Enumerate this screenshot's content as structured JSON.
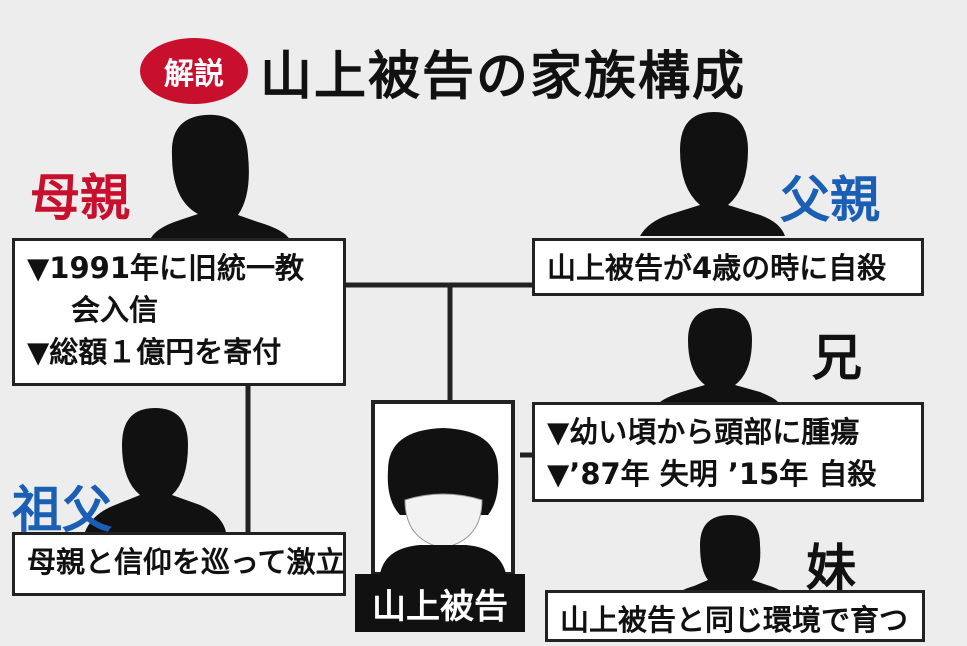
{
  "header": {
    "badge": "解説",
    "title": "山上被告の家族構成"
  },
  "colors": {
    "badge_red": "#c8102e",
    "mother_red": "#c8102e",
    "father_blue": "#1a5fb4",
    "grandfather_blue": "#1a5fb4",
    "text_dark": "#111111"
  },
  "mother": {
    "role": "母親",
    "lines": [
      "▼1991年に旧統一教",
      "会入信",
      "▼総額１億円を寄付"
    ]
  },
  "father": {
    "role": "父親",
    "lines": [
      "山上被告が4歳の時に自殺"
    ]
  },
  "brother": {
    "role": "兄",
    "lines": [
      "▼幼い頃から頭部に腫瘍",
      "▼’87年 失明 ’15年 自殺"
    ]
  },
  "grandfather": {
    "role": "祖父",
    "lines": [
      "母親と信仰を巡って激立"
    ]
  },
  "sister": {
    "role": "妹",
    "lines": [
      "山上被告と同じ環境で育つ"
    ]
  },
  "defendant": {
    "label": "山上被告"
  },
  "icons": [
    "person-silhouette-icon",
    "masked-person-icon"
  ]
}
